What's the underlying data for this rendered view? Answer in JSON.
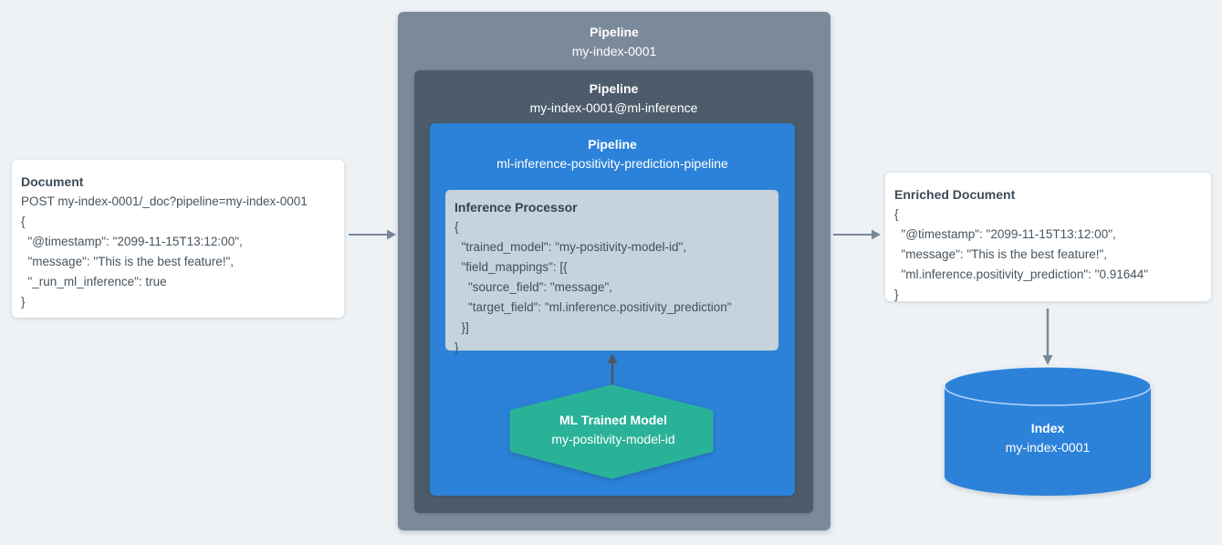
{
  "document_card": {
    "title": "Document",
    "code": "POST my-index-0001/_doc?pipeline=my-index-0001\n{\n  \"@timestamp\": \"2099-11-15T13:12:00\",\n  \"message\": \"This is the best feature!\",\n  \"_run_ml_inference\": true\n}"
  },
  "pipelines": {
    "outer": {
      "label": "Pipeline",
      "name": "my-index-0001"
    },
    "middle": {
      "label": "Pipeline",
      "name": "my-index-0001@ml-inference"
    },
    "inner": {
      "label": "Pipeline",
      "name": "ml-inference-positivity-prediction-pipeline"
    }
  },
  "inference_processor": {
    "title": "Inference Processor",
    "code": "{\n  \"trained_model\": \"my-positivity-model-id\",\n  \"field_mappings\": [{\n    \"source_field\": \"message\",\n    \"target_field\": \"ml.inference.positivity_prediction\"\n  }]\n}"
  },
  "ml_model": {
    "label": "ML Trained Model",
    "name": "my-positivity-model-id"
  },
  "enriched_card": {
    "title": "Enriched Document",
    "code": "{\n  \"@timestamp\": \"2099-11-15T13:12:00\",\n  \"message\": \"This is the best feature!\",\n  \"ml.inference.positivity_prediction\": \"0.91644\"\n}"
  },
  "index": {
    "label": "Index",
    "name": "my-index-0001"
  },
  "colors": {
    "background": "#eef2f5",
    "outer_pipeline": "#7b8a9a",
    "middle_pipeline": "#4c5c6a",
    "inner_pipeline": "#2c82d9",
    "processor_box": "#c6d2dc",
    "model_hexagon": "#2ab298",
    "index_cylinder": "#2c82d9",
    "flow_arrow": "#78889a",
    "model_arrow": "#4d5763",
    "card_background": "#ffffff",
    "dark_text": "#3e4c59",
    "light_text": "#ffffff"
  }
}
